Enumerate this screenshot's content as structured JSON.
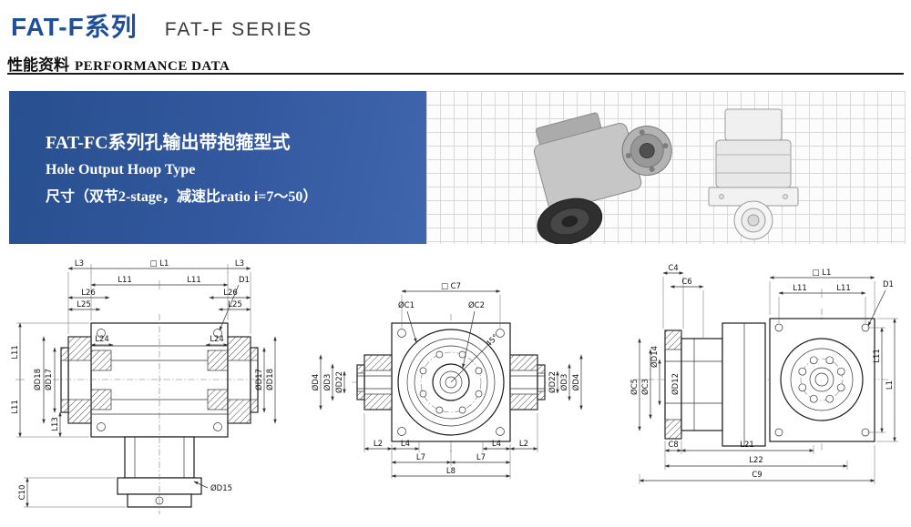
{
  "header": {
    "title_cn": "FAT-F系列",
    "title_en": "FAT-F SERIES",
    "section_cn": "性能资料",
    "section_en": "PERFORMANCE DATA"
  },
  "banner": {
    "line1": "FAT-FC系列孔输出带抱箍型式",
    "line2": "Hole Output Hoop Type",
    "line3": "尺寸（双节2-stage，减速比ratio i=7～50）"
  },
  "colors": {
    "title_blue": "#1d4f9c",
    "banner_blue": "#33589f",
    "rule_dark": "#1a1a1a",
    "grid_line": "#d9d9d9",
    "drawing_line": "#1a1a1a"
  },
  "labels": {
    "L1": "L1",
    "L1sq": "□ L1",
    "L2": "L2",
    "L3": "L3",
    "L4": "L4",
    "L7": "L7",
    "L8": "L8",
    "L11": "L11",
    "L13": "L13",
    "L21": "L21",
    "L22": "L22",
    "L24": "L24",
    "L25": "L25",
    "L26": "L26",
    "D1": "D1",
    "D3": "ØD3",
    "D4": "ØD4",
    "D12": "ØD12",
    "D14": "ØD14",
    "D15": "ØD15",
    "D17": "ØD17",
    "D18": "ØD18",
    "D22": "ØD22",
    "C1": "ØC1",
    "C2": "ØC2",
    "C3": "ØC3",
    "C4": "C4",
    "C5": "ØC5",
    "C6": "C6",
    "C7sq": "□ C7",
    "C8": "C8",
    "C9": "C9",
    "C10": "C10",
    "angle45": "45°"
  },
  "views": {
    "front_view_dims": [
      "L3",
      "□ L1",
      "D1",
      "L26",
      "L11",
      "L25",
      "L24",
      "ØD18",
      "ØD17",
      "L13",
      "C10",
      "ØD15"
    ],
    "face_view_dims": [
      "□ C7",
      "ØC1",
      "ØC2",
      "45°",
      "ØD4",
      "ØD3",
      "ØD22",
      "L2",
      "L4",
      "L7",
      "L8"
    ],
    "side_view_dims": [
      "C4",
      "C6",
      "□ L1",
      "L11",
      "D1",
      "ØD14",
      "ØD12",
      "ØC5",
      "ØC3",
      "L1",
      "C8",
      "L21",
      "L22",
      "C9"
    ]
  }
}
